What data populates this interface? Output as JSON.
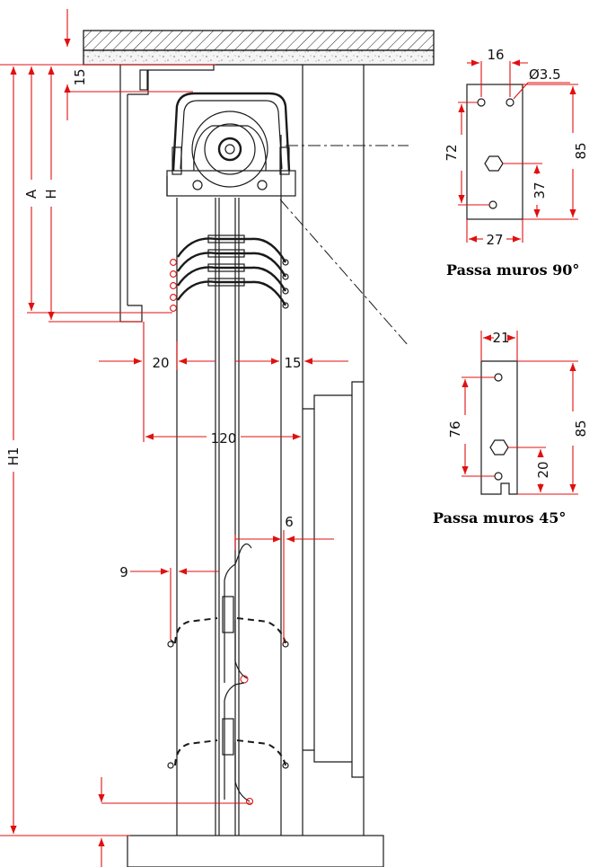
{
  "dimensions": {
    "top_offset": "15",
    "a": "A",
    "h": "H",
    "h1": "H1",
    "left_gap": "20",
    "right_gap": "15",
    "box_width": "120",
    "slat_offset": "6",
    "slat_gap": "9"
  },
  "detail_90": {
    "caption": "Passa muros 90°",
    "hole_spacing": "16",
    "hole_diameter": "Ø3.5",
    "height_inner": "72",
    "height_total": "85",
    "center_height": "37",
    "width": "27"
  },
  "detail_45": {
    "caption": "Passa muros 45°",
    "width": "21",
    "height_inner": "76",
    "height_total": "85",
    "center_height": "20"
  }
}
